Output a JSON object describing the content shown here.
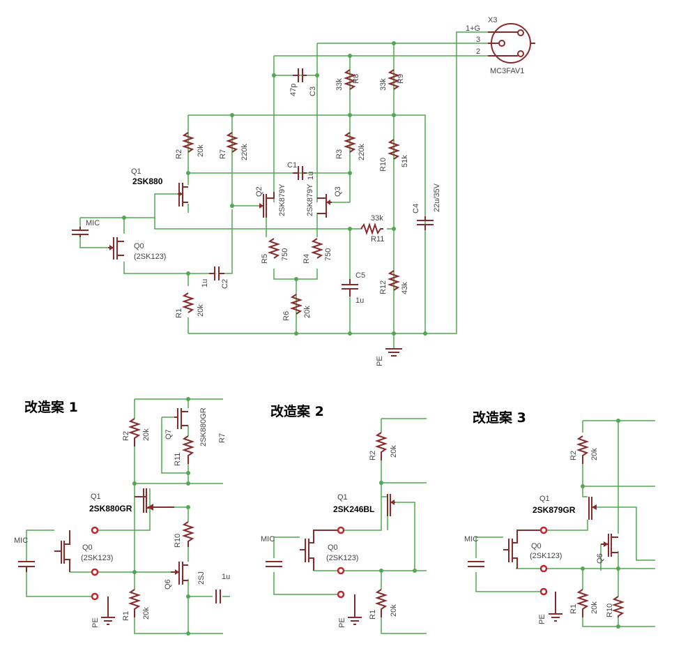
{
  "connector": {
    "name": "X3",
    "part": "MC3FAV1",
    "pins": [
      "1+G",
      "3",
      "2"
    ]
  },
  "ground": "PE",
  "main": {
    "Q0": {
      "ref": "Q0",
      "part": "(2SK123)"
    },
    "Q1": {
      "ref": "Q1",
      "part": "2SK880"
    },
    "Q2": {
      "ref": "Q2",
      "part": "2SK879Y"
    },
    "Q3": {
      "ref": "Q3",
      "part": "2SK879Y"
    },
    "MIC": "MIC",
    "R1": {
      "ref": "R1",
      "val": "20k"
    },
    "R2": {
      "ref": "R2",
      "val": "20k"
    },
    "R3": {
      "ref": "R3",
      "val": "220k"
    },
    "R4": {
      "ref": "R4",
      "val": "750"
    },
    "R5": {
      "ref": "R5",
      "val": "750"
    },
    "R6": {
      "ref": "R6",
      "val": "20k"
    },
    "R7": {
      "ref": "R7",
      "val": "220k"
    },
    "R8": {
      "ref": "R8",
      "val": "33k"
    },
    "R9": {
      "ref": "R9",
      "val": "33k"
    },
    "R10": {
      "ref": "R10",
      "val": "51k"
    },
    "R11": {
      "ref": "R11",
      "val": "33k"
    },
    "R12": {
      "ref": "R12",
      "val": "43k"
    },
    "C1": {
      "ref": "C1",
      "val": "1u"
    },
    "C2": {
      "ref": "C2",
      "val": "1u"
    },
    "C3": {
      "ref": "C3",
      "val": "47p"
    },
    "C4": {
      "ref": "C4",
      "val": "22u/35V"
    },
    "C5": {
      "ref": "C5",
      "val": "1u"
    }
  },
  "mod1": {
    "title": "改造案 1",
    "Q1": {
      "ref": "Q1",
      "part": "2SK880GR"
    },
    "Q0": {
      "ref": "Q0",
      "part": "(2SK123)"
    },
    "Q7": {
      "ref": "Q7",
      "part": "2SK880GR"
    },
    "Q6": {
      "ref": "Q6",
      "part": "2SJ"
    },
    "R2": {
      "ref": "R2",
      "val": "20k"
    },
    "R11": "R11",
    "R10": "R10",
    "R1": {
      "ref": "R1",
      "val": "20k"
    },
    "R7": "R7",
    "C_part": "1u",
    "MIC": "MIC",
    "PE": "PE"
  },
  "mod2": {
    "title": "改造案 2",
    "Q1": {
      "ref": "Q1",
      "part": "2SK246BL"
    },
    "Q0": {
      "ref": "Q0",
      "part": "(2SK123)"
    },
    "R2": {
      "ref": "R2",
      "val": "20k"
    },
    "R1": {
      "ref": "R1",
      "val": "20k"
    },
    "MIC": "MIC",
    "PE": "PE"
  },
  "mod3": {
    "title": "改造案 3",
    "Q1": {
      "ref": "Q1",
      "part": "2SK879GR"
    },
    "Q0": {
      "ref": "Q0",
      "part": "(2SK123)"
    },
    "Q6": "Q6",
    "R2": {
      "ref": "R2",
      "val": "20k"
    },
    "R1": {
      "ref": "R1",
      "val": "20k"
    },
    "R10": "R10",
    "MIC": "MIC",
    "PE": "PE"
  }
}
